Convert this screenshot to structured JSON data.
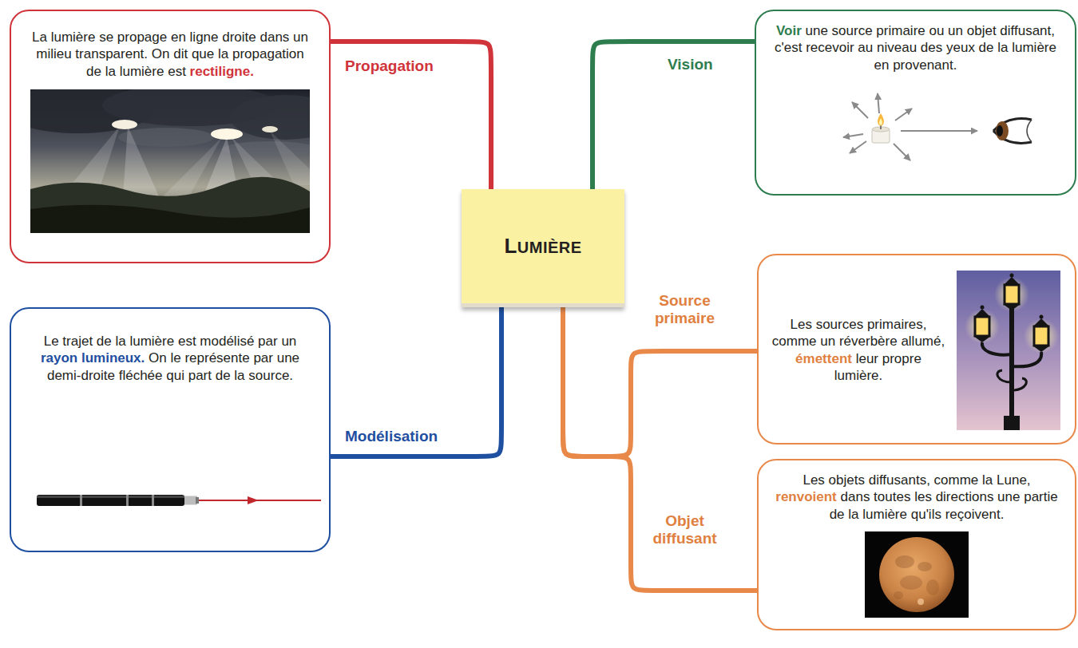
{
  "diagram": {
    "nodes": [
      {
        "text": [
          "La lumière se propage en ligne droite dans un milieu transparent. On dit que la propagation de la lumière est rectiligne."
        ]
      },
      {
        "text": [
          "Voir une source primaire ou un objet diffusant, c'est recevoir au niveau des yeux de la lumière en provenant."
        ]
      },
      {
        "text": [
          "LUMIÈRE"
        ]
      },
      {
        "text": [
          "Les sources primaires, comme un réverbère allumé, émettent leur propre lumière."
        ]
      },
      {
        "text": [
          "Le trajet de la lumière est modélisé par un rayon lumineux. On le représente par une demi-droite fléchée qui part de la source."
        ]
      },
      {
        "text": [
          "Les objets diffusants, comme la Lune, renvoient dans toutes les directions une partie de la lumière qu'ils reçoivent."
        ]
      }
    ],
    "edges": [
      {
        "from": 2,
        "to": 0,
        "arrow": "none",
        "label": "Propagation"
      },
      {
        "from": 2,
        "to": 1,
        "arrow": "none",
        "label": "Vision"
      },
      {
        "from": 2,
        "to": 3,
        "arrow": "none",
        "label": "Source primaire"
      },
      {
        "from": 2,
        "to": 4,
        "arrow": "none",
        "label": "Modélisation"
      },
      {
        "from": 2,
        "to": 5,
        "arrow": "none",
        "label": "Objet diffusant"
      }
    ]
  }
}
